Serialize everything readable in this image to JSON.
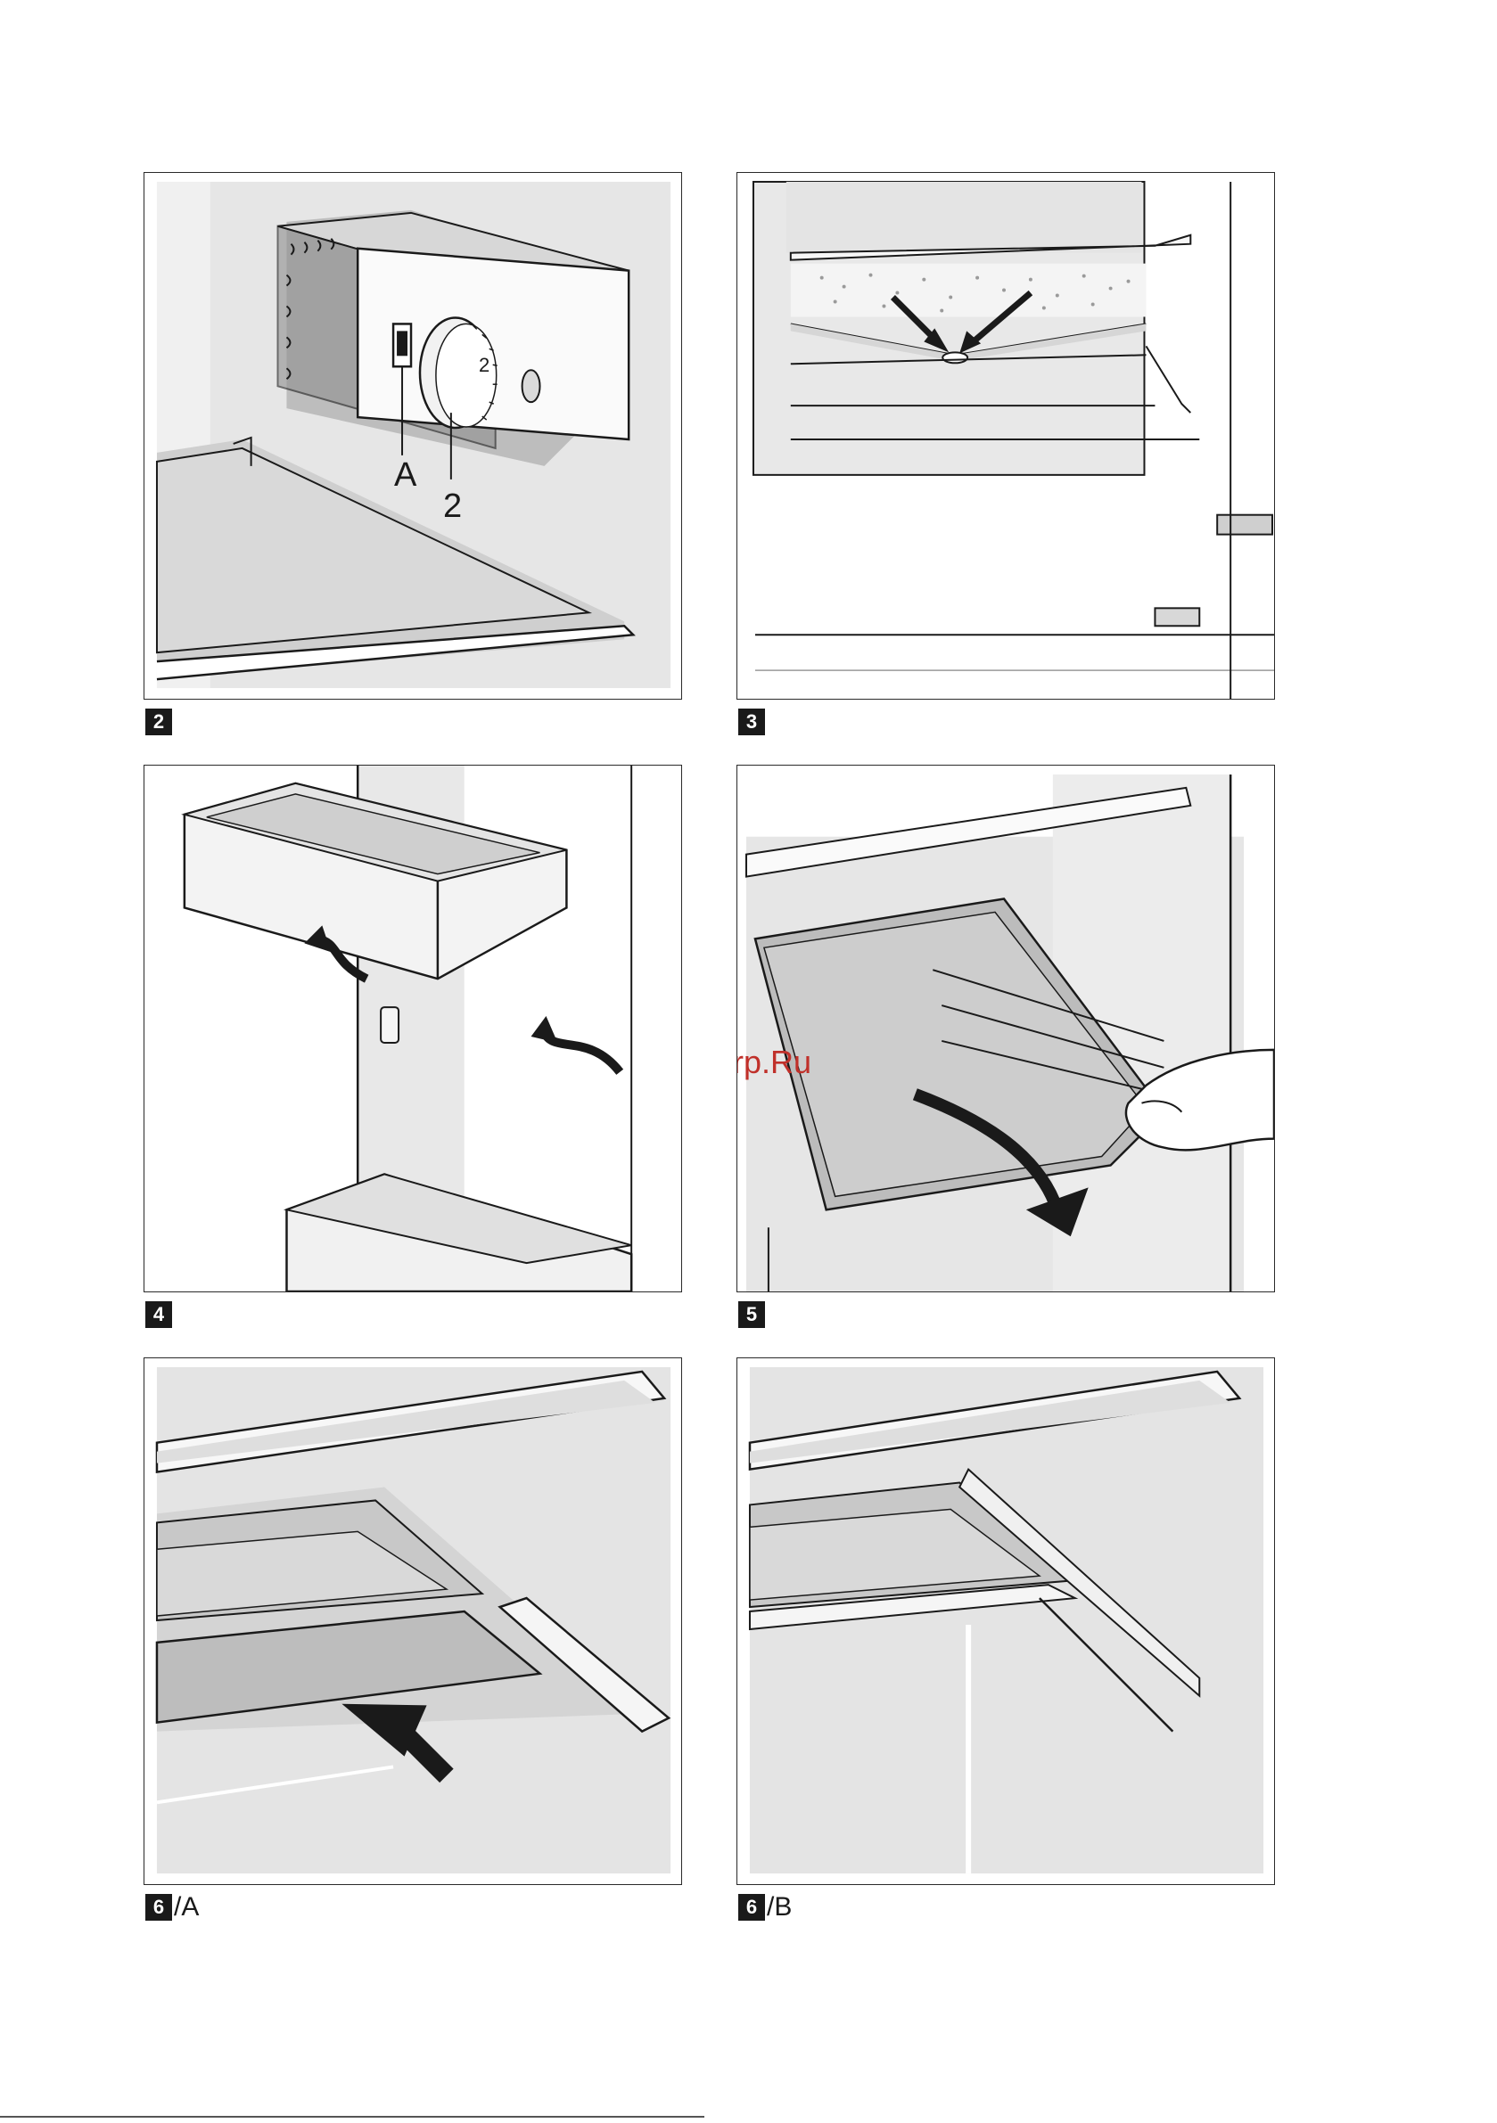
{
  "figures": [
    {
      "id": "fig-2",
      "number": "2",
      "suffix": ""
    },
    {
      "id": "fig-3",
      "number": "3",
      "suffix": ""
    },
    {
      "id": "fig-4",
      "number": "4",
      "suffix": ""
    },
    {
      "id": "fig-5",
      "number": "5",
      "suffix": ""
    },
    {
      "id": "fig-6a",
      "number": "6",
      "suffix": "/A"
    },
    {
      "id": "fig-6b",
      "number": "6",
      "suffix": "/B"
    }
  ],
  "fig2": {
    "callout_a": "A",
    "callout_2": "2",
    "dial_mark": "2"
  },
  "watermark": "McGrp.Ru",
  "colors": {
    "line": "#1a1a1a",
    "grey_fill": "#e2e2e2",
    "light_fill": "#f4f4f4",
    "arrow": "#1a1a1a",
    "watermark": "#c0302a"
  }
}
